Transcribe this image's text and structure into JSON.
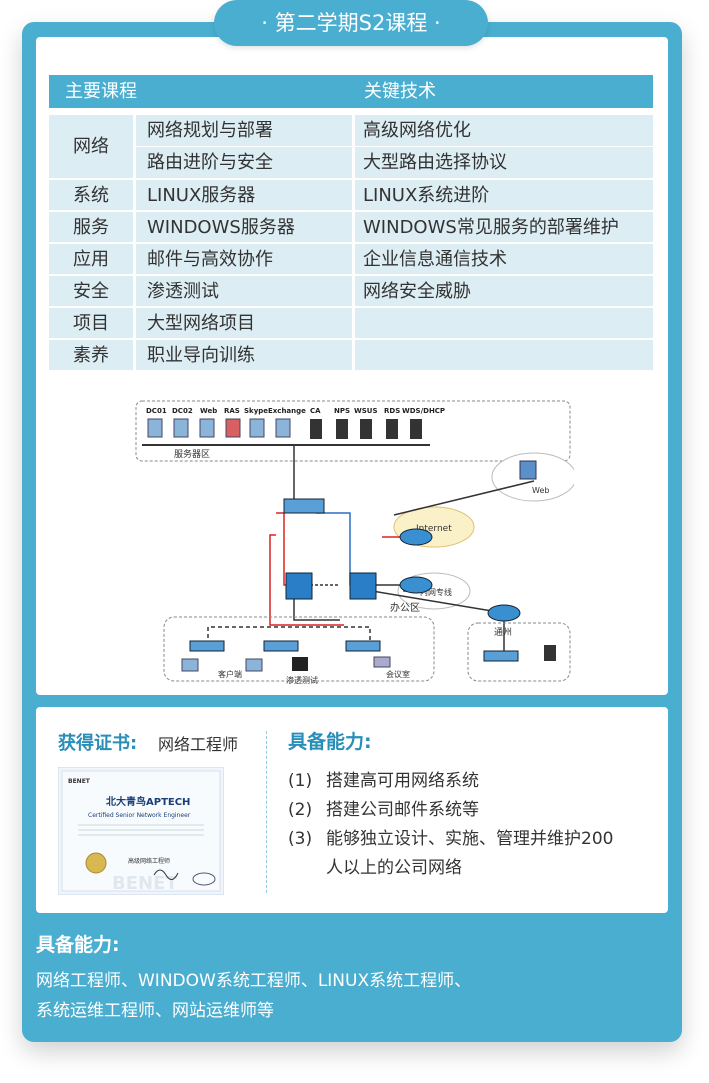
{
  "header": {
    "title": "· 第二学期S2课程 ·"
  },
  "table": {
    "headers": [
      "主要课程",
      "关键技术"
    ],
    "groups": [
      {
        "category": "网络",
        "courses": [
          "网络规划与部署",
          "路由进阶与安全"
        ],
        "techs": [
          "高级网络优化",
          "大型路由选择协议"
        ]
      },
      {
        "category": "系统",
        "courses": [
          "LINUX服务器"
        ],
        "techs": [
          "LINUX系统进阶"
        ]
      },
      {
        "category": "服务",
        "courses": [
          "WINDOWS服务器"
        ],
        "techs": [
          "WINDOWS常见服务的部署维护"
        ]
      },
      {
        "category": "应用",
        "courses": [
          "邮件与高效协作"
        ],
        "techs": [
          "企业信息通信技术"
        ]
      },
      {
        "category": "安全",
        "courses": [
          "渗透测试"
        ],
        "techs": [
          "网络安全威胁"
        ]
      },
      {
        "category": "项目",
        "courses": [
          "大型网络项目"
        ],
        "techs": [
          ""
        ]
      },
      {
        "category": "素养",
        "courses": [
          "职业导向训练"
        ],
        "techs": [
          ""
        ]
      }
    ]
  },
  "diagram": {
    "servers": [
      "DC01",
      "DC02",
      "Web",
      "RAS",
      "Skype",
      "Exchange",
      "CA",
      "NPS",
      "WSUS",
      "RDS",
      "WDS/DHCP"
    ],
    "server_zone": "服务器区",
    "internet": "Internet",
    "web": "Web",
    "intranet": "内网专线",
    "office": "办公区",
    "branch": "通州",
    "client": "客户端",
    "pentest": "渗透测试",
    "meeting": "会议室"
  },
  "cert": {
    "label": "获得证书:",
    "value": "网络工程师",
    "img_brand": "BENET",
    "img_title": "北大青鸟APTECH",
    "img_subtitle": "Certified Senior Network Engineer",
    "img_caption": "高级网络工程师",
    "img_watermark": "BENET"
  },
  "ability": {
    "title": "具备能力:",
    "items": [
      {
        "num": "(1)",
        "text": "搭建高可用网络系统"
      },
      {
        "num": "(2)",
        "text": "搭建公司邮件系统等"
      },
      {
        "num": "(3)",
        "text": "能够独立设计、实施、管理并维护200人以上的公司网络"
      }
    ]
  },
  "jobs": {
    "title": "具备能力:",
    "line1": "网络工程师、WINDOW系统工程师、LINUX系统工程师、",
    "line2": "系统运维工程师、网站运维师等"
  },
  "colors": {
    "primary": "#4aaed0",
    "cell": "#dcedf4",
    "heading": "#2a8fb8"
  }
}
